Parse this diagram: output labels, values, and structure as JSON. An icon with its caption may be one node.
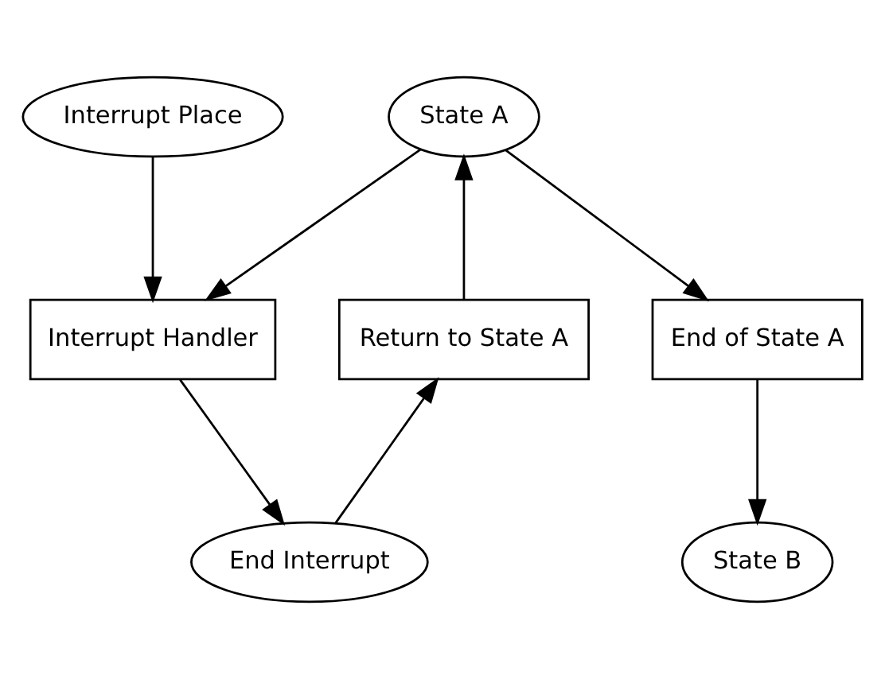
{
  "diagram": {
    "nodes": [
      {
        "text": [
          "Interrupt Place"
        ]
      },
      {
        "text": [
          "State A"
        ]
      },
      {
        "text": [
          "Interrupt Handler"
        ]
      },
      {
        "text": [
          "Return to State A"
        ]
      },
      {
        "text": [
          "End of State A"
        ]
      },
      {
        "text": [
          "End Interrupt"
        ]
      },
      {
        "text": [
          "State B"
        ]
      }
    ],
    "edges": [
      {
        "from": 0,
        "to": 2,
        "arrow": "to"
      },
      {
        "from": 1,
        "to": 2,
        "arrow": "to"
      },
      {
        "from": 1,
        "to": 4,
        "arrow": "to"
      },
      {
        "from": 3,
        "to": 1,
        "arrow": "to"
      },
      {
        "from": 2,
        "to": 5,
        "arrow": "to"
      },
      {
        "from": 5,
        "to": 3,
        "arrow": "to"
      },
      {
        "from": 4,
        "to": 6,
        "arrow": "to"
      }
    ]
  }
}
